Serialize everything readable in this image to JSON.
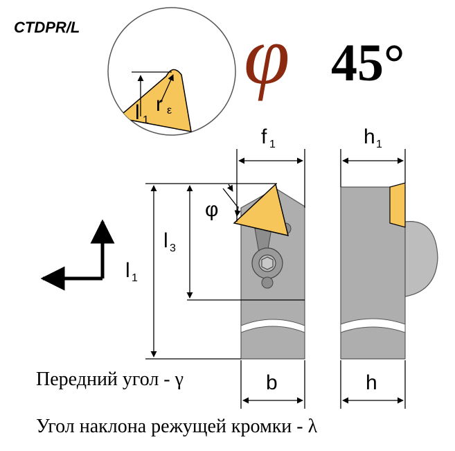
{
  "title": {
    "code": "CTDPR/L",
    "angle_symbol": "φ",
    "angle_value": "45°"
  },
  "detail_circle": {
    "label_l1_main": "l",
    "label_l1_sub": "1",
    "label_r_main": "r",
    "label_r_sub": "ε"
  },
  "dimensions": {
    "f1_main": "f",
    "f1_sub": "1",
    "h1_main": "h",
    "h1_sub": "1",
    "l1_main": "l",
    "l1_sub": "1",
    "l3_main": "l",
    "l3_sub": "3",
    "phi": "φ",
    "b": "b",
    "h": "h"
  },
  "captions": {
    "rake_angle": "Передний угол - γ",
    "inclination_angle": "Угол наклона режущей кромки - λ"
  },
  "colors": {
    "insert": "#f6c65b",
    "phi_symbol": "#8b2a10",
    "holder_body": "#aeaeae"
  }
}
